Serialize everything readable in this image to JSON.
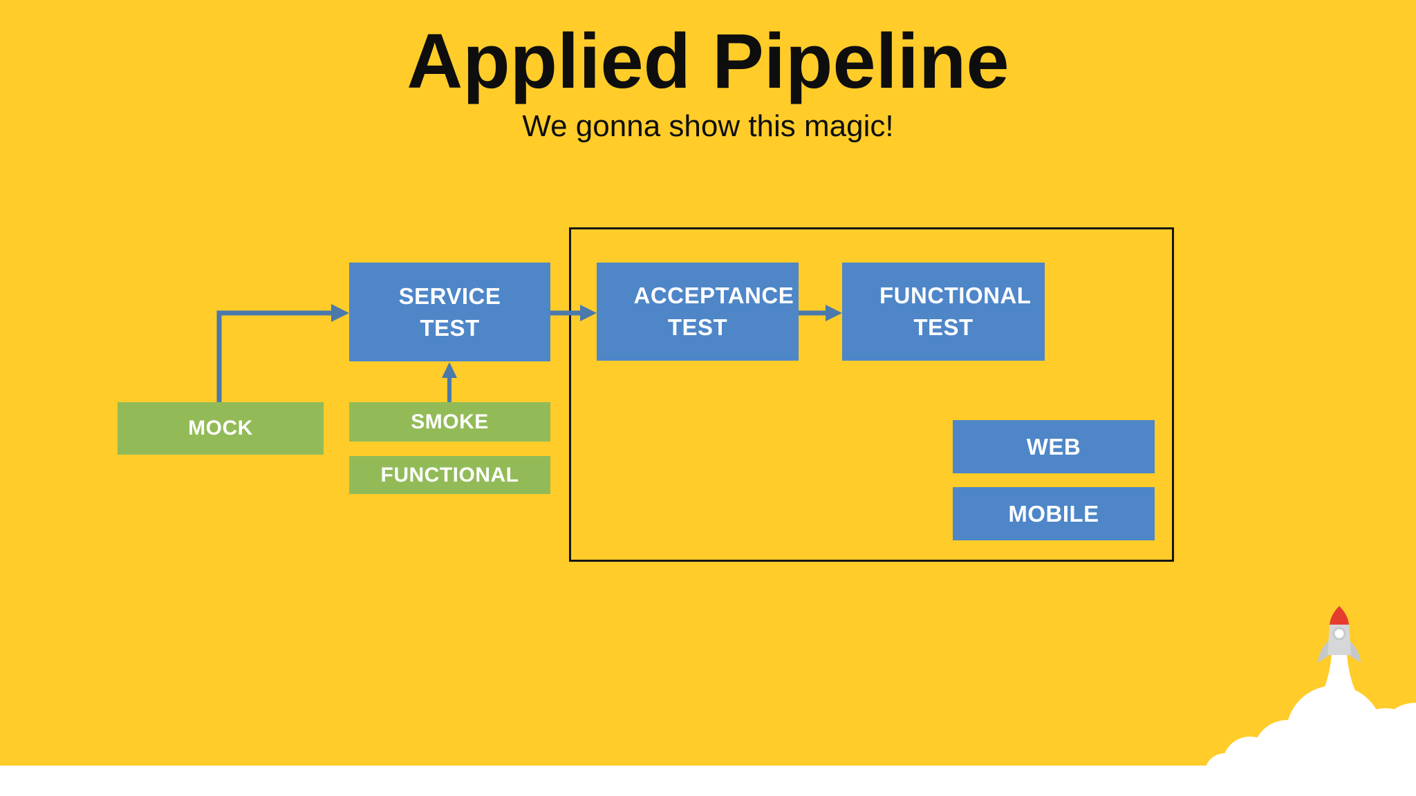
{
  "slide": {
    "title": "Applied Pipeline",
    "subtitle": "We gonna show this magic!"
  },
  "nodes": {
    "mock": "MOCK",
    "service_test": "SERVICE TEST",
    "smoke": "SMOKE",
    "functional": "FUNCTIONAL",
    "acceptance_test": "ACCEPTANCE TEST",
    "functional_test": "FUNCTIONAL TEST",
    "web": "WEB",
    "mobile": "MOBILE"
  },
  "edges": [
    {
      "from": "mock",
      "to": "service_test"
    },
    {
      "from": "smoke",
      "to": "service_test"
    },
    {
      "from": "service_test",
      "to": "acceptance_test"
    },
    {
      "from": "acceptance_test",
      "to": "functional_test"
    }
  ],
  "icons": {
    "rocket": "rocket-launch-illustration",
    "cloud": "smoke-cloud"
  },
  "colors": {
    "background": "#FFCC2A",
    "node_blue": "#4E86C8",
    "node_green": "#92BB58",
    "arrow": "#4B79AB",
    "title_text": "#0E0E0E",
    "node_text": "#FFFFFF",
    "group_border": "#151515",
    "rocket_nose": "#E53C30",
    "rocket_body": "#D6D7D9",
    "rocket_fin": "#C5C7C9",
    "cloud": "#FFFFFF"
  }
}
